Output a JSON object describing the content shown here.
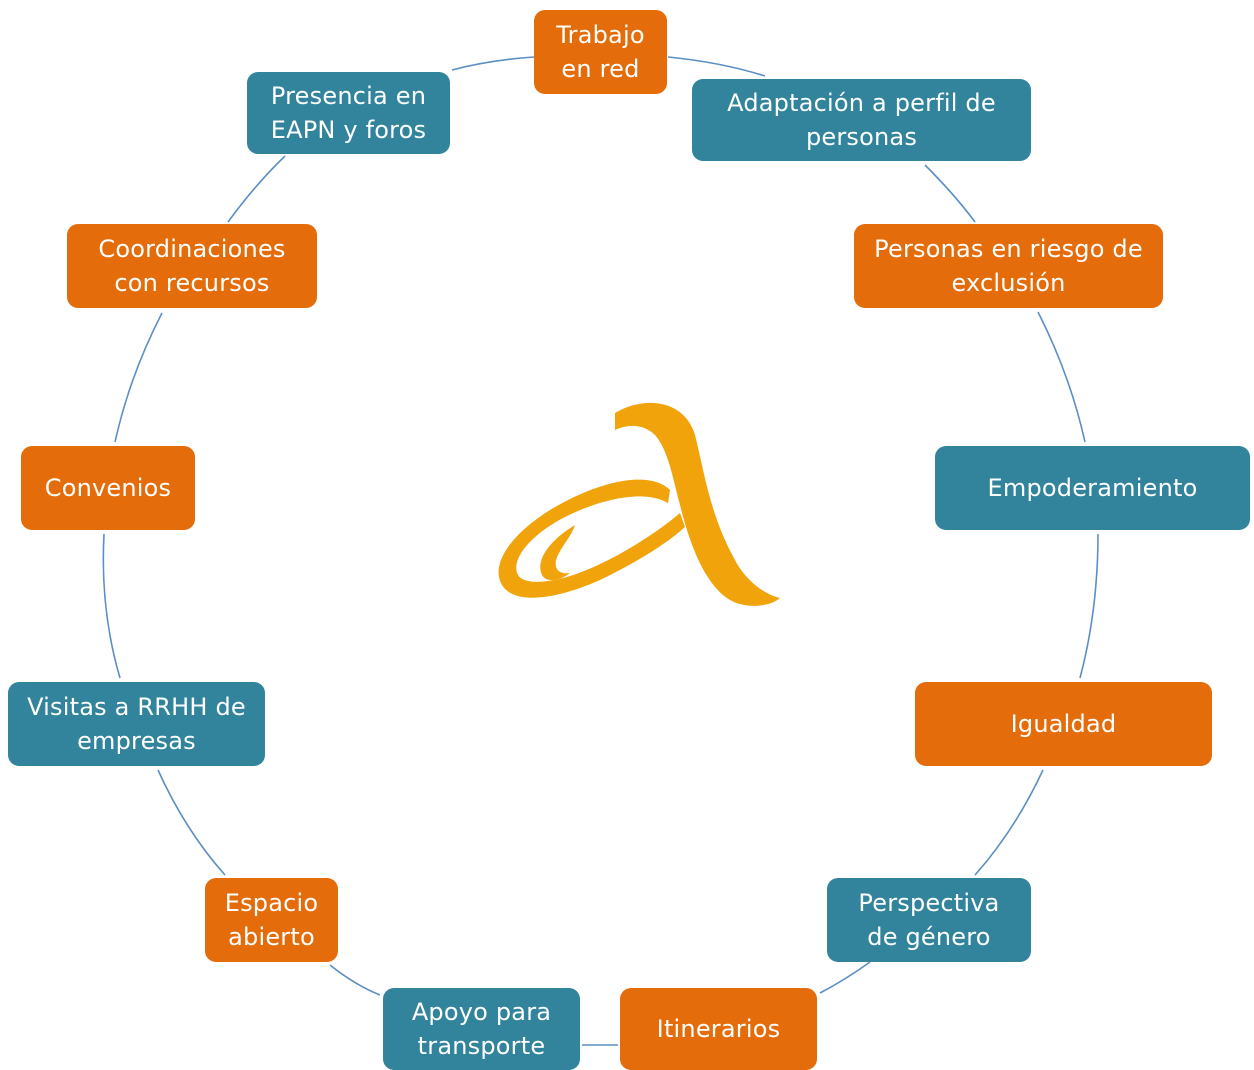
{
  "colors": {
    "orange": "#e46c0a",
    "teal": "#31849b",
    "connector": "#5b8fc4",
    "logo": "#f0a30a"
  },
  "center_logo": {
    "icon": "alpha-lambda-logo"
  },
  "nodes": [
    {
      "id": "trabajo-en-red",
      "label": "Trabajo\nen red",
      "color": "orange"
    },
    {
      "id": "adaptacion",
      "label": "Adaptación a perfil de\npersonas",
      "color": "teal"
    },
    {
      "id": "personas-riesgo",
      "label": "Personas en riesgo de\nexclusión",
      "color": "orange"
    },
    {
      "id": "empoderamiento",
      "label": "Empoderamiento",
      "color": "teal"
    },
    {
      "id": "igualdad",
      "label": "Igualdad",
      "color": "orange"
    },
    {
      "id": "perspectiva-genero",
      "label": "Perspectiva\nde género",
      "color": "teal"
    },
    {
      "id": "itinerarios",
      "label": "Itinerarios",
      "color": "orange"
    },
    {
      "id": "apoyo-transporte",
      "label": "Apoyo para\ntransporte",
      "color": "teal"
    },
    {
      "id": "espacio-abierto",
      "label": "Espacio\nabierto",
      "color": "orange"
    },
    {
      "id": "visitas-rrhh",
      "label": "Visitas a RRHH de\nempresas",
      "color": "teal"
    },
    {
      "id": "convenios",
      "label": "Convenios",
      "color": "orange"
    },
    {
      "id": "coordinaciones",
      "label": "Coordinaciones\ncon recursos",
      "color": "orange"
    },
    {
      "id": "presencia-eapn",
      "label": "Presencia en\nEAPN y foros",
      "color": "teal"
    }
  ]
}
